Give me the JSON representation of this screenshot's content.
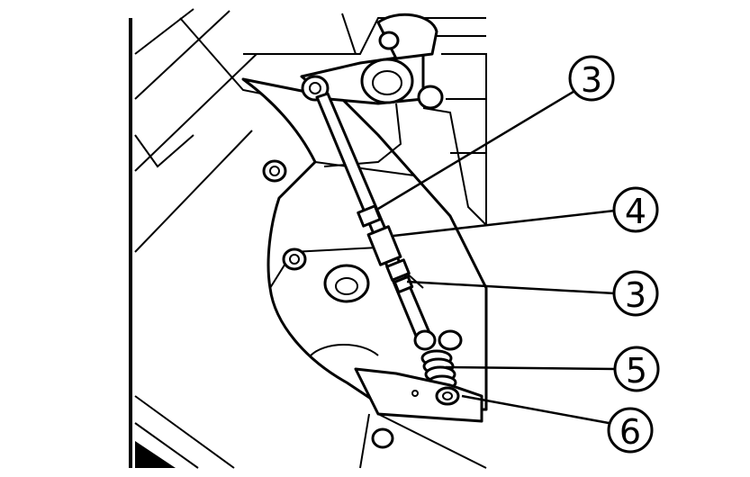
{
  "figure": {
    "colors": {
      "line": "#000000",
      "background": "#ffffff"
    },
    "callouts": [
      {
        "label": "3"
      },
      {
        "label": "4"
      },
      {
        "label": "3"
      },
      {
        "label": "5"
      },
      {
        "label": "6"
      }
    ]
  }
}
